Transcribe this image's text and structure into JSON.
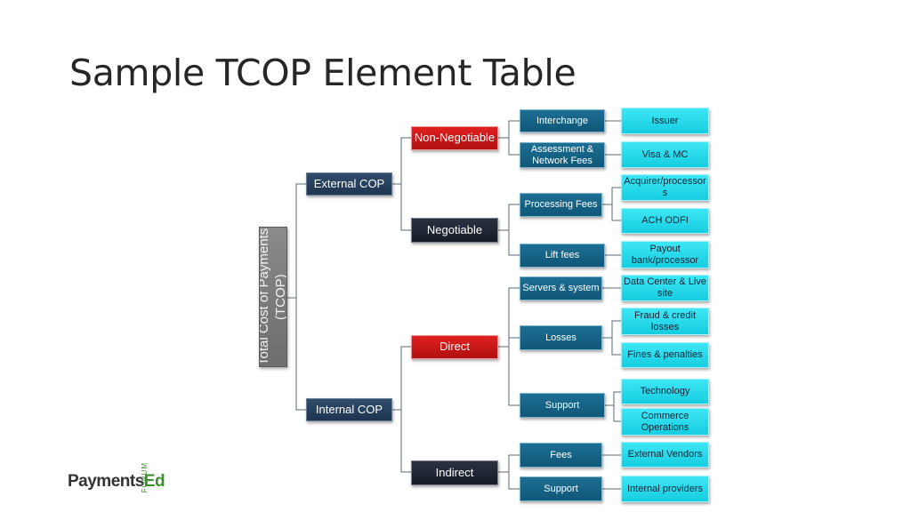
{
  "title": "Sample TCOP Element Table",
  "tree": {
    "root": "Total Cost of Payments (TCOP)",
    "external": "External COP",
    "internal": "Internal COP",
    "non_negotiable": "Non-Negotiable",
    "negotiable": "Negotiable",
    "direct": "Direct",
    "indirect": "Indirect",
    "interchange": "Interchange",
    "assessment": "Assessment & Network Fees",
    "processing_fees": "Processing Fees",
    "lift_fees": "Lift fees",
    "servers": "Servers & system",
    "losses": "Losses",
    "support_direct": "Support",
    "fees": "Fees",
    "support_indirect": "Support",
    "issuer": "Issuer",
    "visa_mc": "Visa & MC",
    "acquirer": "Acquirer/processors",
    "ach_odfi": "ACH ODFI",
    "payout": "Payout bank/processor",
    "data_center": "Data Center & Live site",
    "fraud": "Fraud & credit losses",
    "fines": "Fines & penalties",
    "technology": "Technology",
    "commerce": "Commerce Operations",
    "external_vendors": "External Vendors",
    "internal_providers": "Internal providers"
  },
  "logo": {
    "main_a": "Payments",
    "main_b": "Ed",
    "forum": "FORUM"
  }
}
